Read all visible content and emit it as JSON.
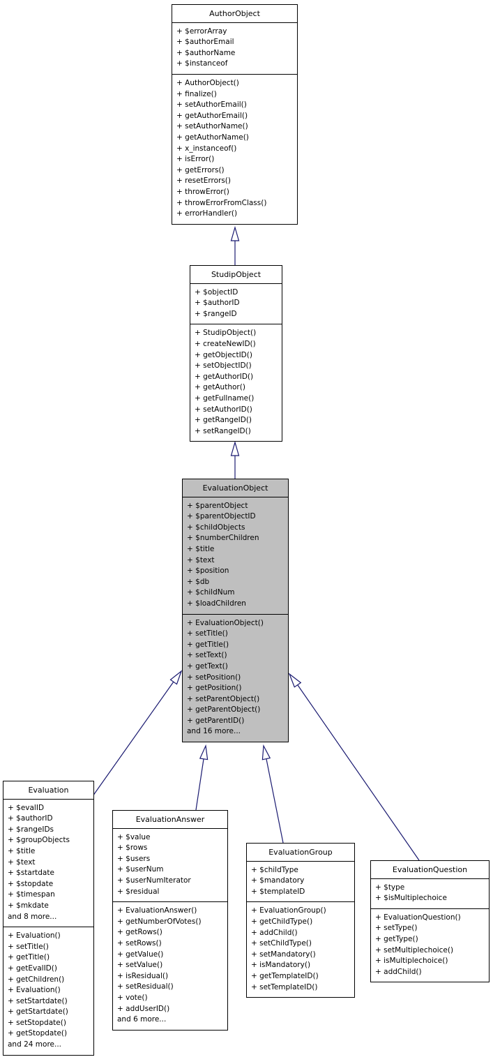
{
  "diagram": {
    "type": "uml-class-inheritance",
    "background": "#ffffff",
    "border_color": "#000000",
    "arrow_color": "#191970",
    "highlight_fill": "#bfbfbf"
  },
  "classes": [
    {
      "name": "AuthorObject",
      "highlighted": false,
      "attributes": [
        "+ $errorArray",
        "+ $authorEmail",
        "+ $authorName",
        "+ $instanceof"
      ],
      "methods": [
        "+ AuthorObject()",
        "+ finalize()",
        "+ setAuthorEmail()",
        "+ getAuthorEmail()",
        "+ setAuthorName()",
        "+ getAuthorName()",
        "+ x_instanceof()",
        "+ isError()",
        "+ getErrors()",
        "+ resetErrors()",
        "+ throwError()",
        "+ throwErrorFromClass()",
        "+ errorHandler()"
      ]
    },
    {
      "name": "StudipObject",
      "highlighted": false,
      "attributes": [
        "+ $objectID",
        "+ $authorID",
        "+ $rangeID"
      ],
      "methods": [
        "+ StudipObject()",
        "+ createNewID()",
        "+ getObjectID()",
        "+ setObjectID()",
        "+ getAuthorID()",
        "+ getAuthor()",
        "+ getFullname()",
        "+ setAuthorID()",
        "+ getRangeID()",
        "+ setRangeID()"
      ]
    },
    {
      "name": "EvaluationObject",
      "highlighted": true,
      "attributes": [
        "+ $parentObject",
        "+ $parentObjectID",
        "+ $childObjects",
        "+ $numberChildren",
        "+ $title",
        "+ $text",
        "+ $position",
        "+ $db",
        "+ $childNum",
        "+ $loadChildren"
      ],
      "methods": [
        "+ EvaluationObject()",
        "+ setTitle()",
        "+ getTitle()",
        "+ setText()",
        "+ getText()",
        "+ setPosition()",
        "+ getPosition()",
        "+ setParentObject()",
        "+ getParentObject()",
        "+ getParentID()",
        "and 16 more..."
      ]
    },
    {
      "name": "Evaluation",
      "highlighted": false,
      "attributes": [
        "+ $evalID",
        "+ $authorID",
        "+ $rangeIDs",
        "+ $groupObjects",
        "+ $title",
        "+ $text",
        "+ $startdate",
        "+ $stopdate",
        "+ $timespan",
        "+ $mkdate",
        "and 8 more..."
      ],
      "methods": [
        "+ Evaluation()",
        "+ setTitle()",
        "+ getTitle()",
        "+ getEvalID()",
        "+ getChildren()",
        "+ Evaluation()",
        "+ setStartdate()",
        "+ getStartdate()",
        "+ setStopdate()",
        "+ getStopdate()",
        "and 24 more..."
      ]
    },
    {
      "name": "EvaluationAnswer",
      "highlighted": false,
      "attributes": [
        "+ $value",
        "+ $rows",
        "+ $users",
        "+ $userNum",
        "+ $userNumIterator",
        "+ $residual"
      ],
      "methods": [
        "+ EvaluationAnswer()",
        "+ getNumberOfVotes()",
        "+ getRows()",
        "+ setRows()",
        "+ getValue()",
        "+ setValue()",
        "+ isResidual()",
        "+ setResidual()",
        "+ vote()",
        "+ addUserID()",
        "and 6 more..."
      ]
    },
    {
      "name": "EvaluationGroup",
      "highlighted": false,
      "attributes": [
        "+ $childType",
        "+ $mandatory",
        "+ $templateID"
      ],
      "methods": [
        "+ EvaluationGroup()",
        "+ getChildType()",
        "+ addChild()",
        "+ setChildType()",
        "+ setMandatory()",
        "+ isMandatory()",
        "+ getTemplateID()",
        "+ setTemplateID()"
      ]
    },
    {
      "name": "EvaluationQuestion",
      "highlighted": false,
      "attributes": [
        "+ $type",
        "+ $isMultiplechoice"
      ],
      "methods": [
        "+ EvaluationQuestion()",
        "+ setType()",
        "+ getType()",
        "+ setMultiplechoice()",
        "+ isMultiplechoice()",
        "+ addChild()"
      ]
    }
  ],
  "relationships": [
    {
      "from": "StudipObject",
      "to": "AuthorObject",
      "kind": "inheritance"
    },
    {
      "from": "EvaluationObject",
      "to": "StudipObject",
      "kind": "inheritance"
    },
    {
      "from": "Evaluation",
      "to": "EvaluationObject",
      "kind": "inheritance"
    },
    {
      "from": "EvaluationAnswer",
      "to": "EvaluationObject",
      "kind": "inheritance"
    },
    {
      "from": "EvaluationGroup",
      "to": "EvaluationObject",
      "kind": "inheritance"
    },
    {
      "from": "EvaluationQuestion",
      "to": "EvaluationObject",
      "kind": "inheritance"
    }
  ]
}
